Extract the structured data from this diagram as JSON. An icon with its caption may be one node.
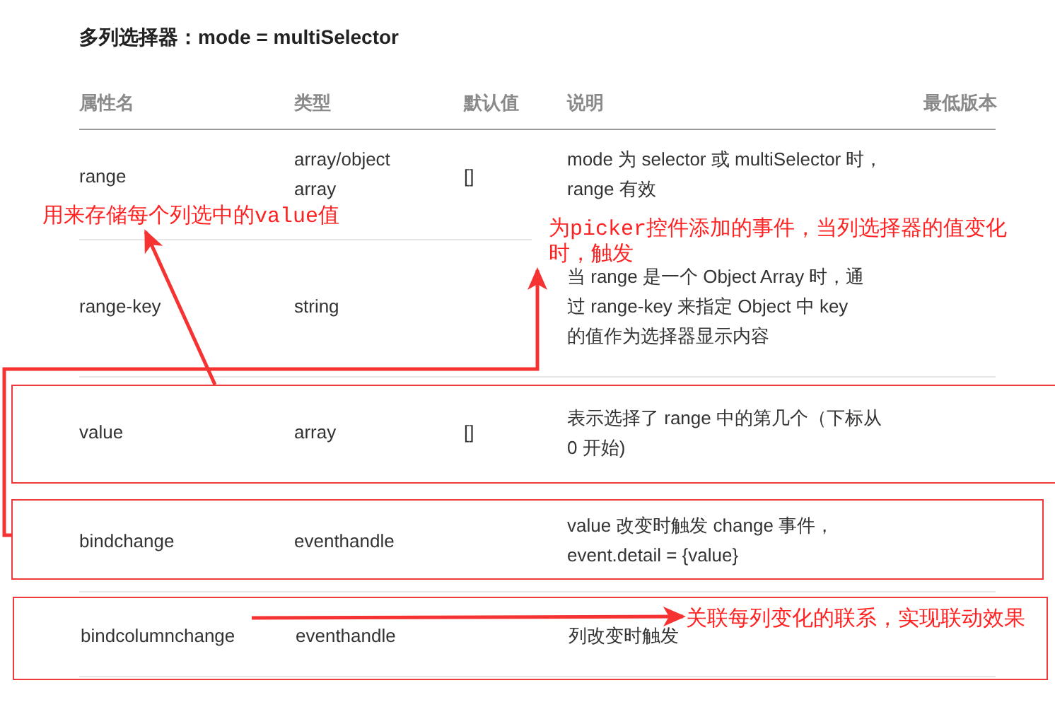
{
  "diagram": {
    "title": "多列选择器：mode = multiSelector",
    "nodes": [
      {
        "text": [
          "用来存储每个列选中的value值"
        ]
      },
      {
        "text": [
          "为picker控件添加的事件，当列选择器的值变化时，触发"
        ]
      },
      {
        "text": [
          "value",
          "array",
          "[]",
          "表示选择了 range 中的第几个（下标从 0 开始)"
        ]
      },
      {
        "text": [
          "bindchange",
          "eventhandle",
          "value 改变时触发 change 事件，event.detail = {value}"
        ]
      },
      {
        "text": [
          "bindcolumnchange",
          "eventhandle",
          "列改变时触发"
        ]
      },
      {
        "text": [
          "关联每列变化的联系，实现联动效果"
        ],
        "in": 4
      }
    ],
    "edges": [
      {
        "from": 2,
        "to": 0,
        "arrow": "to"
      },
      {
        "from": 3,
        "to": 1,
        "arrow": "to"
      },
      {
        "from": null,
        "to": 5,
        "arrow": "to"
      }
    ],
    "labels": [
      "属性名",
      "类型",
      "默认值",
      "说明",
      "最低版本",
      "range",
      "array/object array",
      "[]",
      "mode 为 selector 或 multiSelector 时，range 有效",
      "range-key",
      "string",
      "当 range 是一个 Object Array 时，通过 range-key 来指定 Object 中 key 的值作为选择器显示内容"
    ]
  }
}
